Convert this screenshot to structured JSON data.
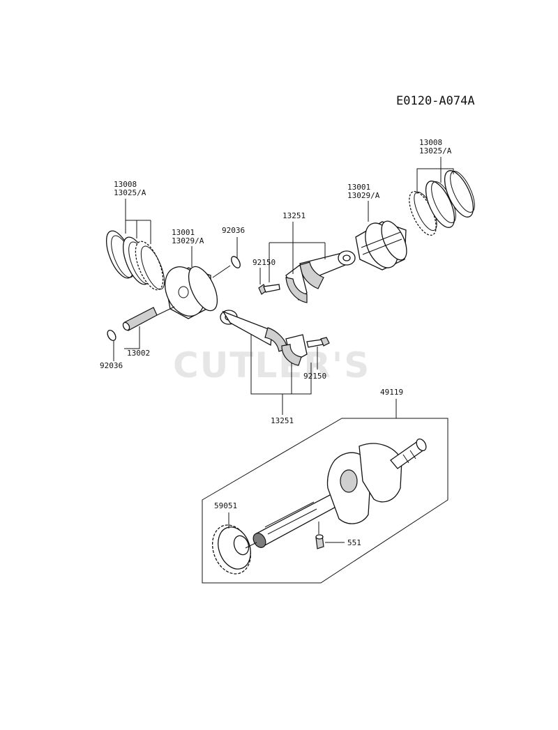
{
  "diagram": {
    "code": "E0120-A074A",
    "watermark": "CUTLER'S",
    "labels": {
      "rings_left_1": "13008",
      "rings_left_2": "13025/A",
      "piston_left_1": "13001",
      "piston_left_2": "13029/A",
      "clip_right": "92036",
      "clip_left": "92036",
      "pin": "13002",
      "rod_top": "13251",
      "bolt_top": "92150",
      "piston_right_1": "13001",
      "piston_right_2": "13029/A",
      "rings_right_1": "13008",
      "rings_right_2": "13025/A",
      "bolt_bottom": "92150",
      "rod_bottom": "13251",
      "crankshaft": "49119",
      "gear": "59051",
      "key": "551"
    }
  }
}
